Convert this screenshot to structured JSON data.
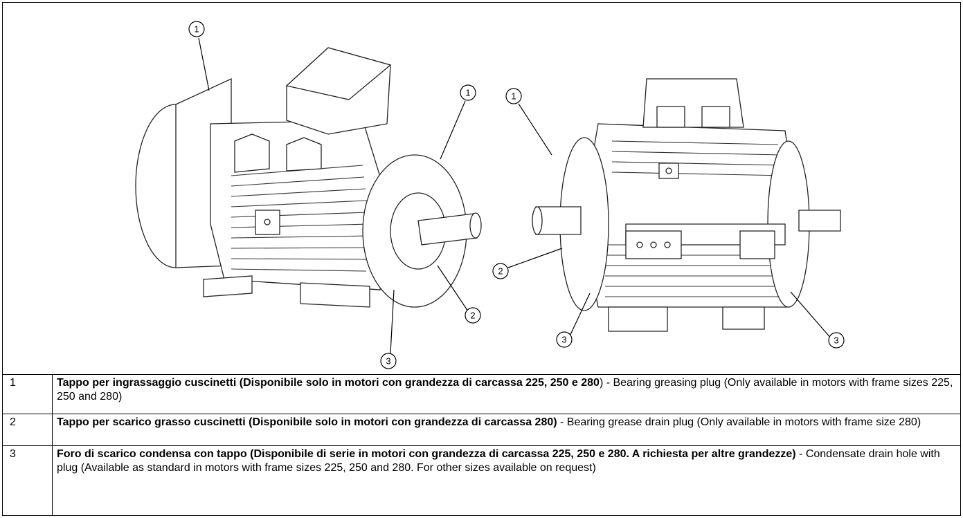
{
  "figure": {
    "callout_labels": [
      "1",
      "2",
      "3"
    ]
  },
  "legend": [
    {
      "number": "1",
      "bold_text": "Tappo per ingrassaggio cuscinetti (Disponibile solo in motori con grandezza di carcassa 225, 250 e 280",
      "tail_text": ") - Bearing greasing plug (Only available in motors with frame sizes 225, 250 and 280)"
    },
    {
      "number": "2",
      "bold_text": "Tappo per scarico grasso cuscinetti (Disponibile solo in motori con grandezza di carcassa 280)",
      "tail_text": " - Bearing grease drain plug (Only available in motors with frame size 280)"
    },
    {
      "number": "3",
      "bold_text": "Foro di scarico condensa con tappo (Disponibile di serie in motori con grandezza di carcassa 225, 250 e 280. A richiesta per altre grandezze)",
      "tail_text": " - Condensate drain hole with plug (Available as standard in motors with frame sizes 225, 250 and 280. For other sizes available on request)"
    }
  ]
}
